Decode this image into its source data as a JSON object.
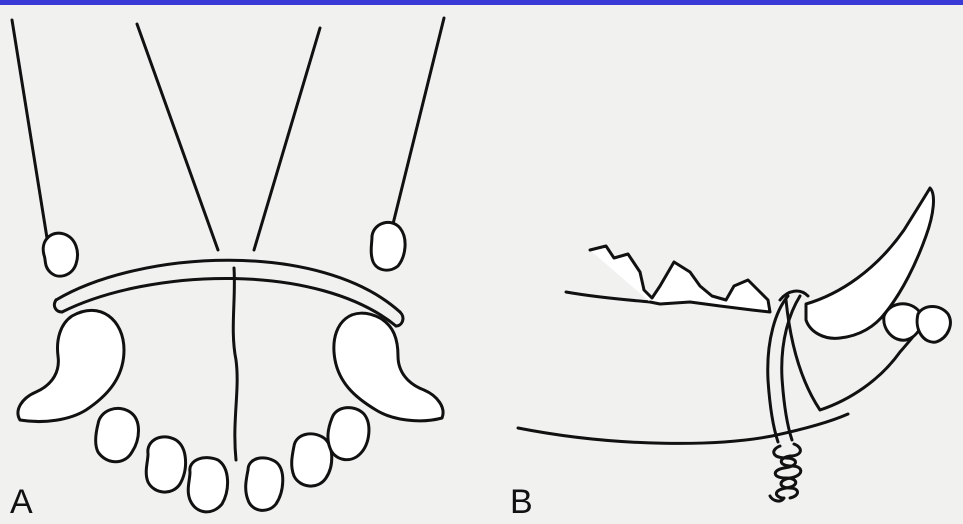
{
  "panels": [
    {
      "id": "A",
      "label": "A"
    },
    {
      "id": "B",
      "label": "B"
    }
  ],
  "colors": {
    "border": "#3a3ad6",
    "paper": "#f1f1ef",
    "ink": "#111111"
  }
}
